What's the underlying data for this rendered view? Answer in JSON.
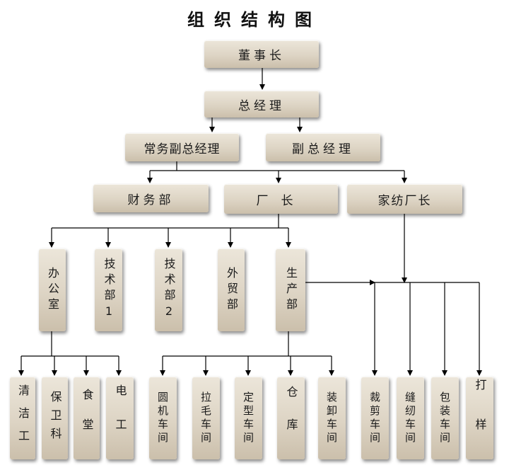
{
  "title": "组织结构图",
  "nodes": {
    "chairman": "董事长",
    "gm": "总经理",
    "exec_vgm": "常务副总经理",
    "vgm": "副总经理",
    "finance": "财务部",
    "factory_director": "厂长",
    "textile_director": "家纺厂长",
    "office": "办公室",
    "tech1": "技术部1",
    "tech2": "技术部2",
    "foreign_trade": "外贸部",
    "production": "生产部",
    "cleaner": "清洁工",
    "security": "保卫科",
    "canteen": "食堂",
    "electrician": "电工",
    "circular_knitting": "圆机车间",
    "napping": "拉毛车间",
    "setting": "定型车间",
    "warehouse": "仓库",
    "loading": "装卸车间",
    "cutting": "裁剪车间",
    "sewing": "缝纫车间",
    "packing": "包装车间",
    "sampling": "打样"
  },
  "colors": {
    "box_top": "#ece6da",
    "box_bottom": "#cbbfab",
    "line": "#000000"
  }
}
